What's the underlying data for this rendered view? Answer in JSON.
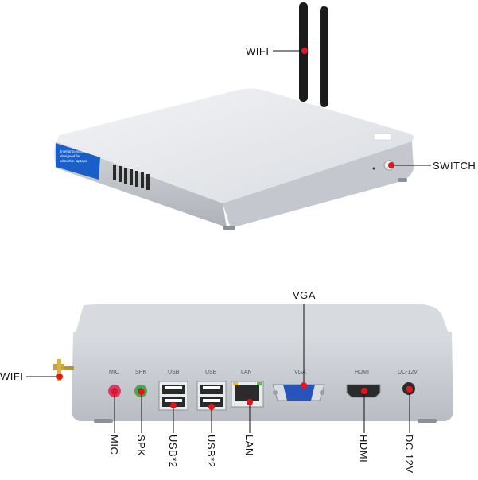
{
  "callouts": {
    "wifi_top": "WIFI",
    "switch": "SWITCH",
    "vga_top": "VGA",
    "wifi_side": "WIFI"
  },
  "bottom_labels": {
    "mic": "MIC",
    "spk": "SPK",
    "usb1": "USB*2",
    "usb2": "USB*2",
    "lan": "LAN",
    "hdmi": "HDMI",
    "dc": "DC 12V"
  },
  "port_panel_labels": {
    "mic": "MIC",
    "spk": "SPK",
    "usb1": "USB",
    "usb2": "USB",
    "lan": "LAN",
    "vga": "VGA",
    "hdmi": "HDMI",
    "dc": "DC-12V"
  },
  "sticker": {
    "line1": "Intel processor",
    "line2": "designed for",
    "line3": "ultra-thin laptops"
  },
  "colors": {
    "case_top": "#e4e6ea",
    "case_front": "#c9ccd2",
    "dot": "#e8141a",
    "sticker": "#1a5fc8",
    "antenna": "#1b1b1b"
  }
}
